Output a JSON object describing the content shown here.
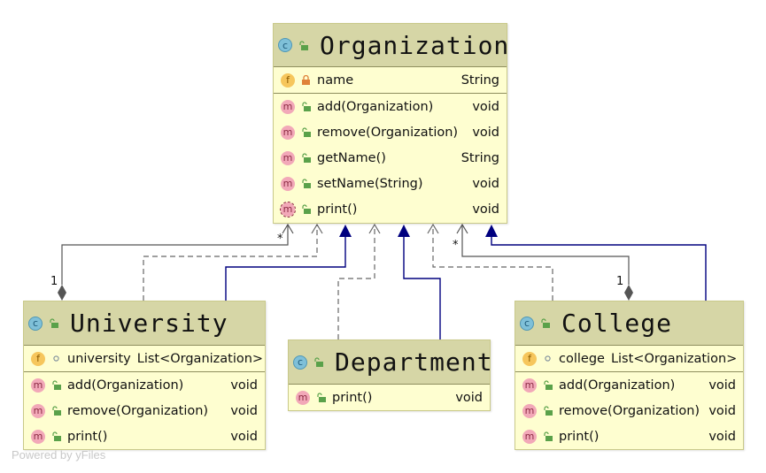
{
  "classes": {
    "organization": {
      "name": "Organization",
      "fields": [
        {
          "name": "name",
          "type": "String"
        }
      ],
      "methods": [
        {
          "name": "add(Organization)",
          "type": "void"
        },
        {
          "name": "remove(Organization)",
          "type": "void"
        },
        {
          "name": "getName()",
          "type": "String"
        },
        {
          "name": "setName(String)",
          "type": "void"
        },
        {
          "name": "print()",
          "type": "void"
        }
      ]
    },
    "university": {
      "name": "University",
      "fields": [
        {
          "name": "university",
          "type": "List<Organization>"
        }
      ],
      "methods": [
        {
          "name": "add(Organization)",
          "type": "void"
        },
        {
          "name": "remove(Organization)",
          "type": "void"
        },
        {
          "name": "print()",
          "type": "void"
        }
      ]
    },
    "department": {
      "name": "Department",
      "methods": [
        {
          "name": "print()",
          "type": "void"
        }
      ]
    },
    "college": {
      "name": "College",
      "fields": [
        {
          "name": "college",
          "type": "List<Organization>"
        }
      ],
      "methods": [
        {
          "name": "add(Organization)",
          "type": "void"
        },
        {
          "name": "remove(Organization)",
          "type": "void"
        },
        {
          "name": "print()",
          "type": "void"
        }
      ]
    }
  },
  "badges": {
    "class": "c",
    "field": "f",
    "method": "m"
  },
  "multiplicities": {
    "many": "*",
    "one": "1"
  },
  "watermark": "Powered by yFiles",
  "colors": {
    "header": "#d6d6a6",
    "body": "#fefed0",
    "generalization": "#00007f",
    "dependency": "#666666",
    "composition": "#555555"
  }
}
